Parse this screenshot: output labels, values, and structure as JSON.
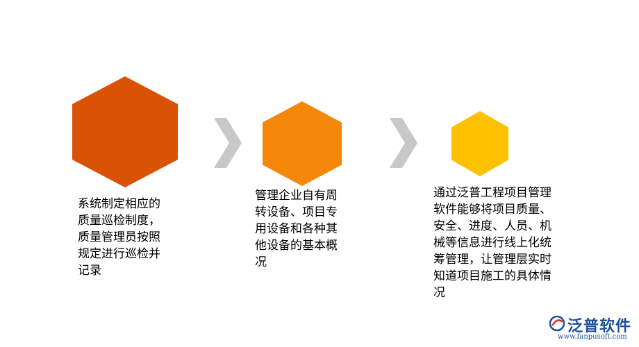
{
  "steps": [
    {
      "color": "#DA5206",
      "text": "系统制定相应的\n质量巡检制度，\n质量管理员按照\n规定进行巡检并\n记录"
    },
    {
      "color": "#F5870B",
      "text": "管理企业自有周\n转设备、项目专\n用设备和各种其\n他设备的基本概\n况"
    },
    {
      "color": "#FDC100",
      "text": "通过泛普工程项目管理\n软件能够将项目质量、\n安全、进度、人员、机\n械等信息进行线上化统\n筹管理，让管理层实时\n知道项目施工的具体情\n况"
    }
  ],
  "arrow_color": "#C8C8C8",
  "logo": {
    "name": "泛普软件",
    "url": "www.fanpusoft.com",
    "color": "#1E4F9C"
  }
}
